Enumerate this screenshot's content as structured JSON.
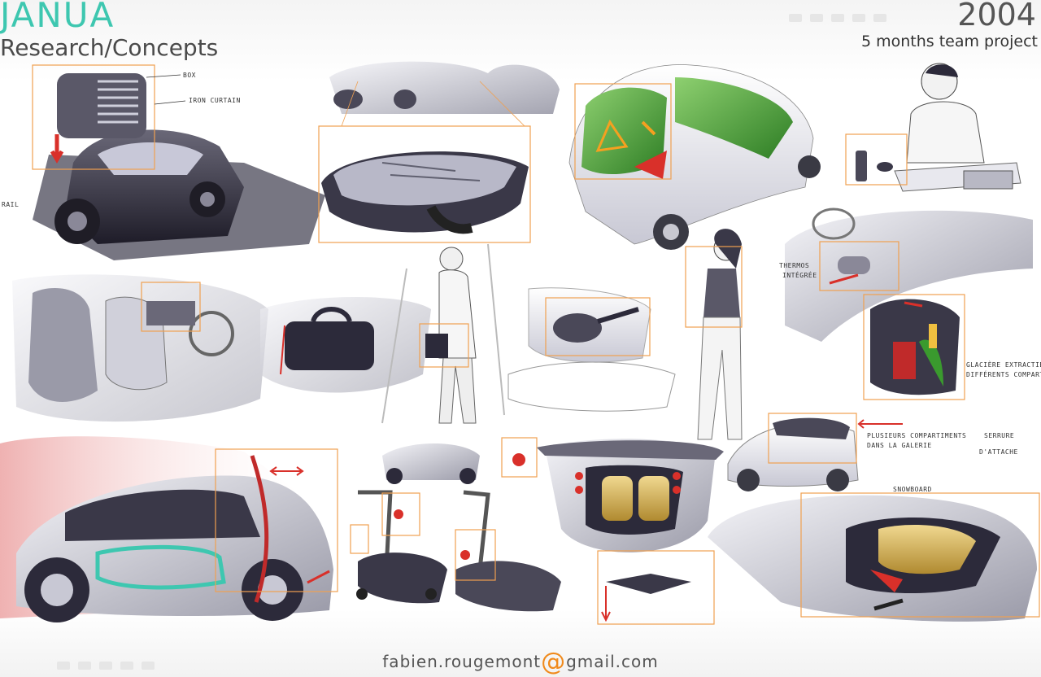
{
  "header": {
    "title": "JANUA",
    "subtitle": "Research/Concepts",
    "year": "2004",
    "project": "5 months team project"
  },
  "footer": {
    "name": "fabien.rougemont",
    "at": "@",
    "domain": "gmail.com"
  },
  "annotations": {
    "box": "BOX",
    "iron_curtain": "IRON CURTAIN",
    "rail": "RAIL",
    "thermos": "THERMOS",
    "integree": "INTÉGRÉE",
    "glaciere": "GLACIÈRE EXTRACTIBLE",
    "differents": "DIFFÉRENTS COMPARTIM.",
    "plusieurs": "PLUSIEURS COMPARTIMENTS",
    "dans": "DANS LA GALERIE",
    "serrure": "SERRURE",
    "attache": "D'ATTACHE",
    "snowboard": "SNOWBOARD"
  },
  "colors": {
    "accent_teal": "#3ec7b0",
    "highlight_box": "#f0a050",
    "callout_red": "#d9302a",
    "panel_green": "#3a9a2e",
    "sketch_dark": "#2c2a3a",
    "sketch_grey": "#8a8a98"
  }
}
